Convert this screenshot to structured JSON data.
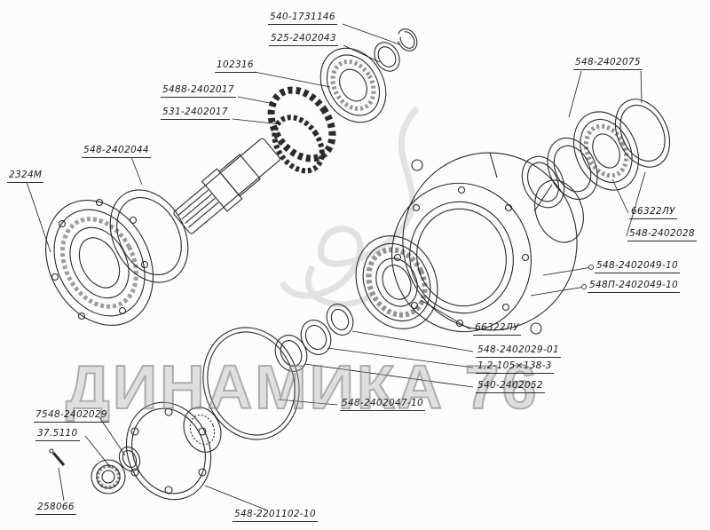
{
  "watermark": {
    "text": "ДИНАМИКА 76"
  },
  "labels": [
    "540-1731146",
    "525-2402043",
    "102316",
    "5488-2402017",
    "531-2402017",
    "548-2402044",
    "2324М",
    "548-2402075",
    "66322ЛУ",
    "548-2402028",
    "548-2402049-10",
    "548П-2402049-10",
    "66322ЛУ",
    "548-2402029-01",
    "1,2-105×138-3",
    "540-2402052",
    "548-2402047-10",
    "7548-2402029",
    "37.5110",
    "258066",
    "548-2201102-10"
  ]
}
